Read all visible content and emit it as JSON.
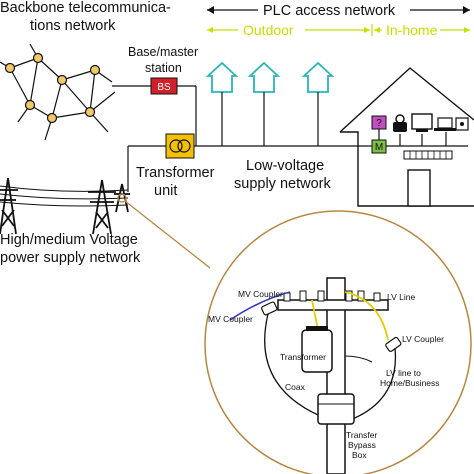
{
  "labels": {
    "backbone_line1": "Backbone telecommunica-",
    "backbone_line2": "tions network",
    "base_line1": "Base/master",
    "base_line2": "station",
    "bs_box": "BS",
    "plc_access": "PLC access network",
    "outdoor": "Outdoor",
    "inhome": "In-home",
    "transformer_line1": "Transformer",
    "transformer_line2": "unit",
    "lv_line1": "Low-voltage",
    "lv_line2": "supply network",
    "hv_line1": "High/medium Voltage",
    "hv_line2": "power supply network",
    "question_box": "?",
    "m_box": "M"
  },
  "detail": {
    "mv_coupler_top": "MV Coupler",
    "mv_coupler_left": "MV Coupler",
    "lv_line": "LV Line",
    "transformer": "Transformer",
    "lv_coupler": "LV Coupler",
    "coax": "Coax",
    "lv_to_home_line1": "LV line to",
    "lv_to_home_line2": "Home/Business",
    "bypass_line1": "Transfer",
    "bypass_line2": "Bypass",
    "bypass_line3": "Box"
  },
  "colors": {
    "bs": "#d0202a",
    "transformer": "#f4c000",
    "question": "#c050c0",
    "m": "#7bc043",
    "house": "#2ab5b5",
    "accent": "#c6e000",
    "callout": "#b8873f",
    "mv_wire": "#3a3ab8",
    "lv_wire": "#e0d000",
    "node": "#f2c86a"
  }
}
